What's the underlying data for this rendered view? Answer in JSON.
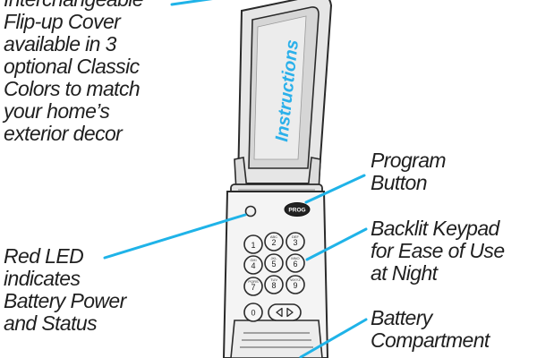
{
  "callouts": {
    "cover": {
      "lines": [
        "Interchangeable",
        "Flip-up Cover",
        "available in 3",
        "optional Classic",
        "Colors to match",
        "your home’s",
        "exterior decor"
      ]
    },
    "led": {
      "lines": [
        "Red LED",
        "indicates",
        "Battery Power",
        "and  Status"
      ]
    },
    "program": {
      "lines": [
        "Program",
        "Button"
      ]
    },
    "backlit": {
      "lines": [
        "Backlit Keypad",
        "for Ease of Use",
        "at Night"
      ]
    },
    "battery": {
      "lines": [
        "Battery",
        "Compartment"
      ]
    }
  },
  "device": {
    "cover_label": "Instructions",
    "prog_label": "PROG",
    "keys": [
      {
        "digit": "1",
        "letters": ""
      },
      {
        "digit": "2",
        "letters": "ABC"
      },
      {
        "digit": "3",
        "letters": "DEF"
      },
      {
        "digit": "4",
        "letters": "GHI"
      },
      {
        "digit": "5",
        "letters": "JKL"
      },
      {
        "digit": "6",
        "letters": "MNO"
      },
      {
        "digit": "7",
        "letters": "PQRS"
      },
      {
        "digit": "8",
        "letters": "TUV"
      },
      {
        "digit": "9",
        "letters": "WXYZ"
      },
      {
        "digit": "0",
        "letters": ""
      }
    ],
    "enter_icon": "up-down-chevron-icon"
  },
  "colors": {
    "leader": "#1fb3e8",
    "label_blue": "#2bb0ea",
    "outline": "#2a2a2a",
    "cover_fill": "#e6e6e6",
    "body_fill": "#f4f4f4",
    "prog_button": "#222222"
  }
}
